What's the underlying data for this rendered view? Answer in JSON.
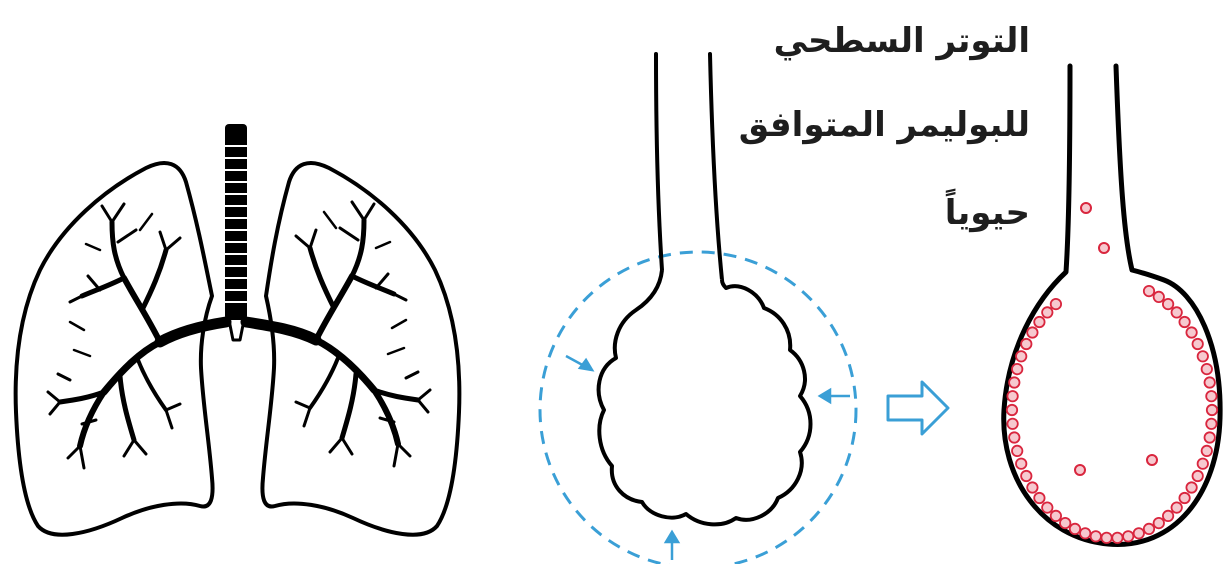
{
  "caption": {
    "line1": "التوتر السطحي",
    "line2": "للبوليمر المتوافق",
    "line3": "حيوياً"
  },
  "colors": {
    "outline": "#000000",
    "tension_circle": "#3a9fd6",
    "arrow": "#3a9fd6",
    "surfactant_fill": "#f6c9cf",
    "surfactant_stroke": "#d9263e"
  },
  "icons": [
    "lungs-icon",
    "collapsed-alveolus-icon",
    "transition-arrow-icon",
    "surfactant-alveolus-icon"
  ]
}
